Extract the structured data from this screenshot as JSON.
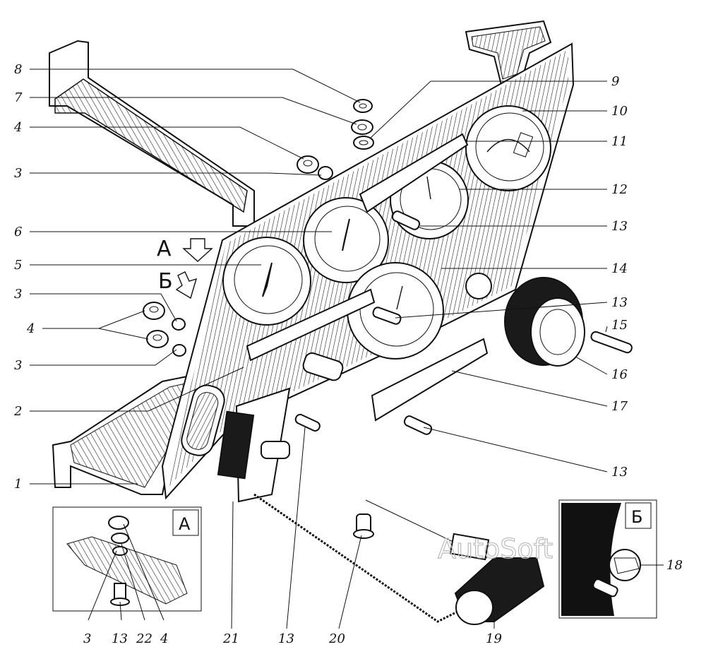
{
  "diagram": {
    "part_labels": [
      {
        "id": "l8",
        "text": "8"
      },
      {
        "id": "l7",
        "text": "7"
      },
      {
        "id": "l4a",
        "text": "4"
      },
      {
        "id": "l3a",
        "text": "3"
      },
      {
        "id": "l6",
        "text": "6"
      },
      {
        "id": "l5",
        "text": "5"
      },
      {
        "id": "l3b",
        "text": "3"
      },
      {
        "id": "l4b",
        "text": "4"
      },
      {
        "id": "l3c",
        "text": "3"
      },
      {
        "id": "l2",
        "text": "2"
      },
      {
        "id": "l1",
        "text": "1"
      },
      {
        "id": "l9",
        "text": "9"
      },
      {
        "id": "l10",
        "text": "10"
      },
      {
        "id": "l11",
        "text": "11"
      },
      {
        "id": "l12",
        "text": "12"
      },
      {
        "id": "l13a",
        "text": "13"
      },
      {
        "id": "l14",
        "text": "14"
      },
      {
        "id": "l13b",
        "text": "13"
      },
      {
        "id": "l15",
        "text": "15"
      },
      {
        "id": "l16",
        "text": "16"
      },
      {
        "id": "l17",
        "text": "17"
      },
      {
        "id": "l13c",
        "text": "13"
      },
      {
        "id": "l18",
        "text": "18"
      },
      {
        "id": "b3",
        "text": "3"
      },
      {
        "id": "b13",
        "text": "13"
      },
      {
        "id": "b22",
        "text": "22"
      },
      {
        "id": "b4",
        "text": "4"
      },
      {
        "id": "b21",
        "text": "21"
      },
      {
        "id": "b13b",
        "text": "13"
      },
      {
        "id": "b20",
        "text": "20"
      },
      {
        "id": "b19",
        "text": "19"
      }
    ],
    "view_labels": {
      "A": "А",
      "B": "Б",
      "inset_A": "А",
      "inset_B": "Б"
    },
    "watermark": "AutoSoft"
  }
}
